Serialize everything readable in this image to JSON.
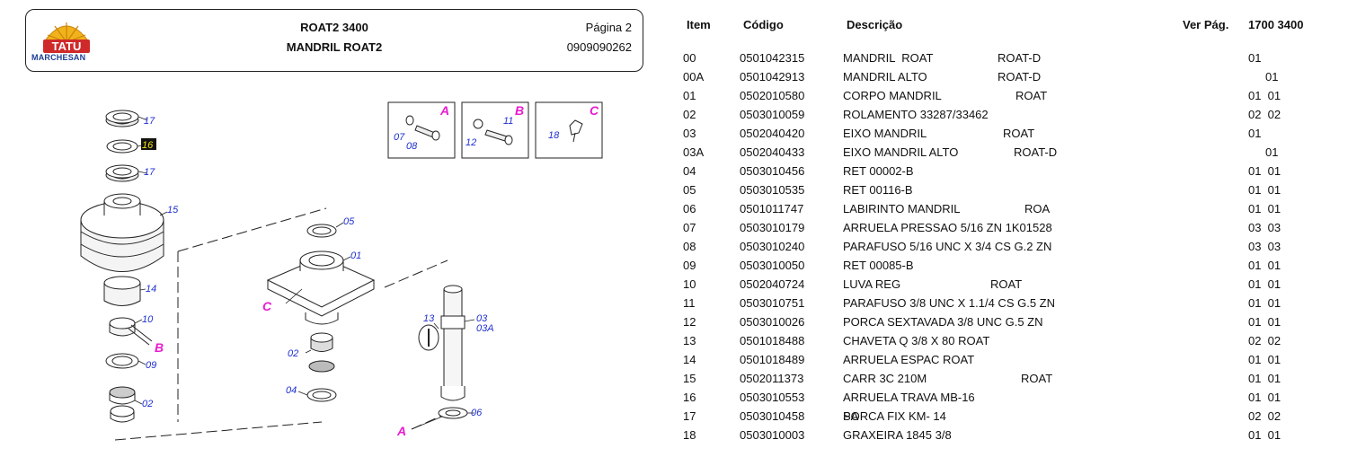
{
  "header": {
    "logo_brand": "TATU",
    "logo_subtext": "MARCHESAN",
    "title": "ROAT2 3400",
    "subtitle": "MANDRIL ROAT2",
    "page_label": "Página 2",
    "doc_code": "0909090262"
  },
  "diagram": {
    "callouts": [
      "17",
      "16",
      "17",
      "15",
      "14",
      "10",
      "09",
      "02",
      "05",
      "01",
      "02",
      "04",
      "13",
      "03",
      "03A",
      "06",
      "07",
      "08",
      "12",
      "11",
      "18"
    ],
    "letters": [
      "A",
      "B",
      "C",
      "B",
      "C",
      "A"
    ]
  },
  "table": {
    "headers": {
      "item": "Item",
      "code": "Código",
      "desc": "Descrição",
      "ver_pag": "Ver Pág.",
      "model": "1700 3400"
    },
    "rows": [
      {
        "item": "00",
        "code": "0501042315",
        "desc": "MANDRIL  ROAT",
        "ref": "ROAT-D",
        "qty": "01"
      },
      {
        "item": "00A",
        "code": "0501042913",
        "desc": "MANDRIL ALTO",
        "ref": "ROAT-D",
        "qty": "01"
      },
      {
        "item": "01",
        "code": "0502010580",
        "desc": "CORPO MANDRIL",
        "ref": "ROAT",
        "qty": "01  01"
      },
      {
        "item": "02",
        "code": "0503010059",
        "desc": "ROLAMENTO 33287/33462",
        "ref": "",
        "qty": "02  02"
      },
      {
        "item": "03",
        "code": "0502040420",
        "desc": "EIXO MANDRIL",
        "ref": "ROAT",
        "qty": "01"
      },
      {
        "item": "03A",
        "code": "0502040433",
        "desc": "EIXO MANDRIL ALTO",
        "ref": "ROAT-D",
        "qty": "01"
      },
      {
        "item": "04",
        "code": "0503010456",
        "desc": "RET 00002-B",
        "ref": "",
        "qty": "01  01"
      },
      {
        "item": "05",
        "code": "0503010535",
        "desc": "RET 00116-B",
        "ref": "",
        "qty": "01  01"
      },
      {
        "item": "06",
        "code": "0501011747",
        "desc": "LABIRINTO MANDRIL",
        "ref": "ROA",
        "qty": "01  01"
      },
      {
        "item": "07",
        "code": "0503010179",
        "desc": "ARRUELA PRESSAO 5/16 ZN 1K01528",
        "ref": "",
        "qty": "03  03"
      },
      {
        "item": "08",
        "code": "0503010240",
        "desc": "PARAFUSO 5/16 UNC X 3/4 CS G.2 ZN",
        "ref": "",
        "qty": "03  03"
      },
      {
        "item": "09",
        "code": "0503010050",
        "desc": "RET 00085-B",
        "ref": "",
        "qty": "01  01"
      },
      {
        "item": "10",
        "code": "0502040724",
        "desc": "LUVA REG",
        "ref": "ROAT",
        "qty": "01  01"
      },
      {
        "item": "11",
        "code": "0503010751",
        "desc": "PARAFUSO 3/8 UNC X 1.1/4 CS G.5 ZN",
        "ref": "",
        "qty": "01  01"
      },
      {
        "item": "12",
        "code": "0503010026",
        "desc": "PORCA SEXTAVADA 3/8 UNC G.5 ZN",
        "ref": "",
        "qty": "01  01"
      },
      {
        "item": "13",
        "code": "0501018488",
        "desc": "CHAVETA Q 3/8 X 80 ROAT",
        "ref": "",
        "qty": "02  02"
      },
      {
        "item": "14",
        "code": "0501018489",
        "desc": "ARRUELA ESPAC ROAT",
        "ref": "",
        "qty": "01  01"
      },
      {
        "item": "15",
        "code": "0502011373",
        "desc": "CARR 3C 210M",
        "ref": "ROAT",
        "qty": "01  01"
      },
      {
        "item": "16",
        "code": "0503010553",
        "desc": "ARRUELA TRAVA MB-16",
        "ref": "",
        "qty": "01  01"
      },
      {
        "item": "17",
        "code": "0503010458",
        "desc": "PORCA FIX KM- 14",
        "ref": "SA",
        "qty": "02  02"
      },
      {
        "item": "18",
        "code": "0503010003",
        "desc": "GRAXEIRA 1845 3/8",
        "ref": "",
        "qty": "01  01"
      }
    ]
  }
}
